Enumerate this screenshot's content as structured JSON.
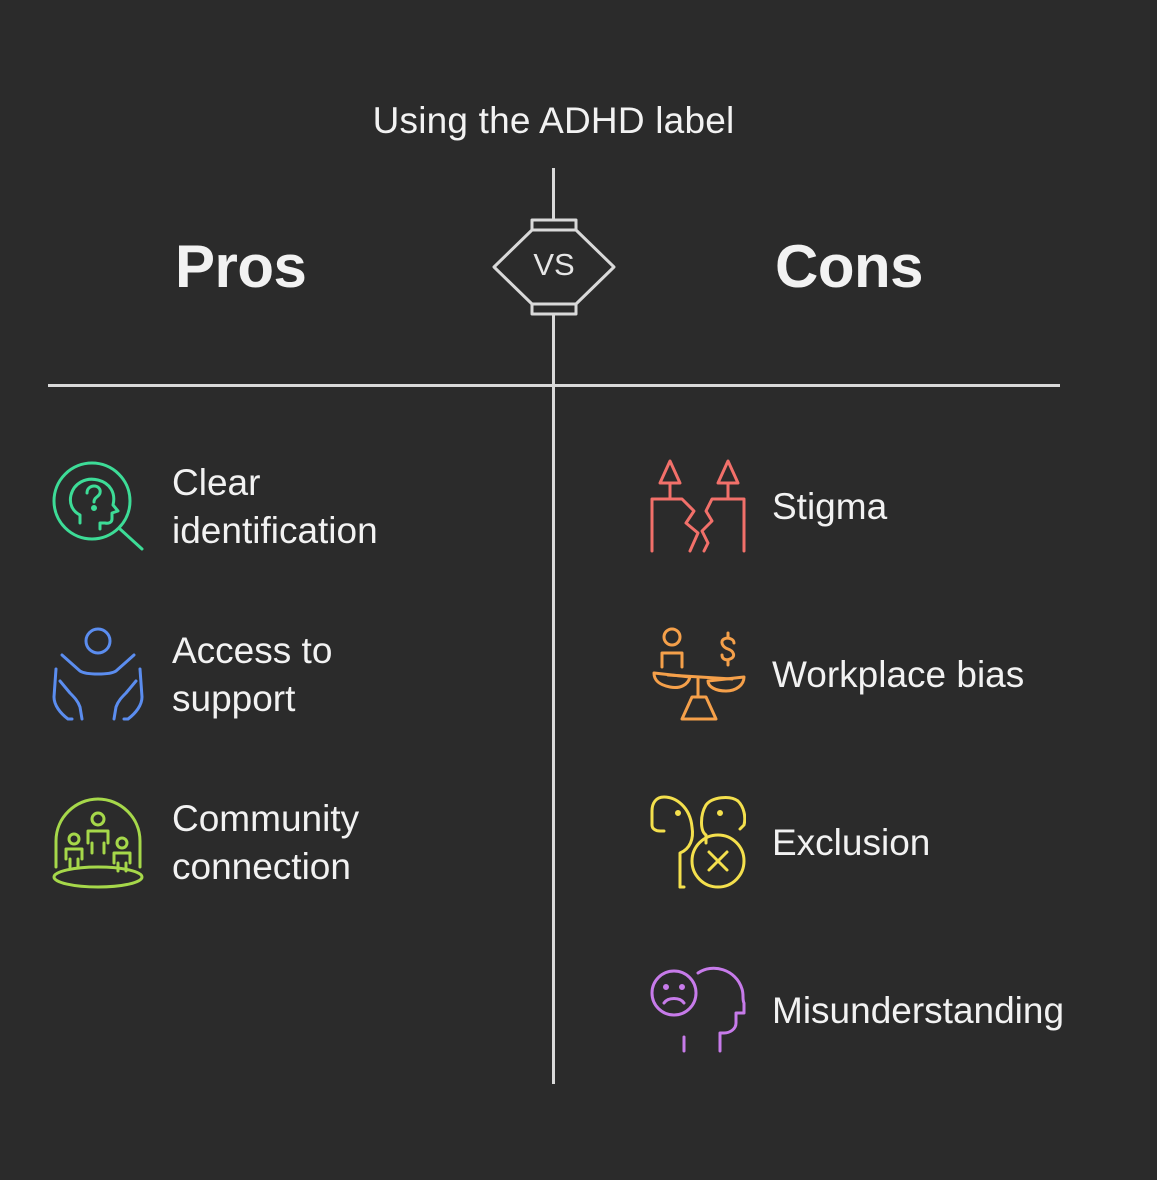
{
  "title": "Using the ADHD label",
  "vs_label": "VS",
  "pros": {
    "heading": "Pros",
    "items": [
      {
        "label": "Clear\nidentification",
        "icon": "head-question-magnifier-icon",
        "color": "#3ddc97"
      },
      {
        "label": "Access to\nsupport",
        "icon": "hands-support-person-icon",
        "color": "#5b8def"
      },
      {
        "label": "Community\nconnection",
        "icon": "community-dome-icon",
        "color": "#a6d84a"
      }
    ]
  },
  "cons": {
    "heading": "Cons",
    "items": [
      {
        "label": "Stigma",
        "icon": "broken-ground-icon",
        "color": "#f2706a"
      },
      {
        "label": "Workplace bias",
        "icon": "biased-scale-icon",
        "color": "#f5a04a"
      },
      {
        "label": "Exclusion",
        "icon": "excluded-heads-icon",
        "color": "#f4e04d"
      },
      {
        "label": "Misunderstanding",
        "icon": "sad-head-icon",
        "color": "#c77bea"
      }
    ]
  },
  "colors": {
    "background": "#2b2b2b",
    "text": "#f2f2f2",
    "lines": "#d9d9d9"
  }
}
